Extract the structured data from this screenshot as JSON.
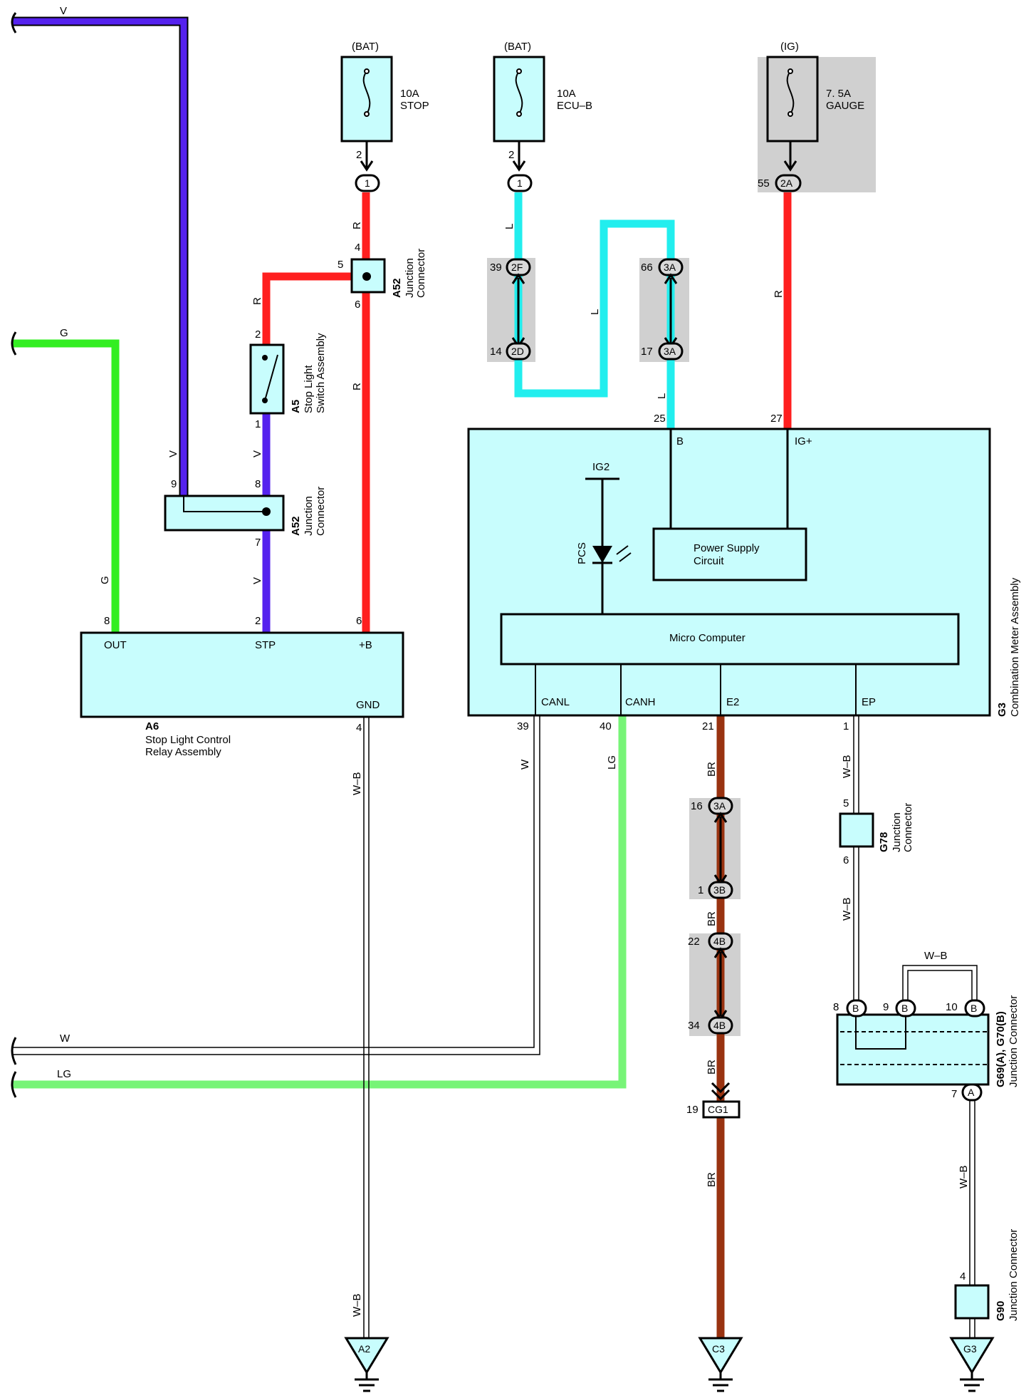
{
  "colors": {
    "V": "#5522ee",
    "G": "#33ee22",
    "R": "#ff1f1f",
    "L": "#22eeee",
    "W": "#ffffff",
    "LG": "#77f477",
    "BR": "#993311",
    "W-B": "#ffffff",
    "component_fill": "#c8fdfd",
    "shade": "#d0d0d0"
  },
  "wires": {
    "v_top": "V",
    "g_mid": "G",
    "w_bottom": "W",
    "lg_bottom": "LG"
  },
  "fuses": [
    {
      "supply": "(BAT)",
      "rating": "10A",
      "name": "STOP",
      "pin": "2",
      "connector": "1"
    },
    {
      "supply": "(BAT)",
      "rating": "10A",
      "name": "ECU–B",
      "pin": "2",
      "connector": "1"
    },
    {
      "supply": "(IG)",
      "rating": "7. 5A",
      "name": "GAUGE",
      "pin": "55",
      "connector": "2A"
    }
  ],
  "wire_labels": {
    "r1": "R",
    "r2": "R",
    "r3": "R",
    "r_gauge": "R",
    "v1": "V",
    "v2": "V",
    "v3": "V",
    "g1": "G",
    "l1": "L",
    "l2": "L",
    "l3": "L",
    "w": "W",
    "lg": "LG",
    "wb1": "W–B",
    "wb2": "W–B",
    "br1": "BR",
    "br2": "BR",
    "br3": "BR",
    "br4": "BR",
    "wb3": "W–B",
    "wb4": "W–B",
    "wb5": "W–B",
    "wb_loop": "W–B"
  },
  "pins": {
    "a52_top_4": "4",
    "a52_top_5": "5",
    "a52_top_6": "6",
    "a5_2": "2",
    "a5_1": "1",
    "a52_bot_9": "9",
    "a52_bot_8": "8",
    "a52_bot_7": "7",
    "a6_8": "8",
    "a6_2": "2",
    "a6_6": "6",
    "a6_4": "4",
    "c39": "39",
    "c2f": "2F",
    "c14": "14",
    "c2d": "2D",
    "c66": "66",
    "c3a_top": "3A",
    "c17": "17",
    "c3a_mid": "3A",
    "g3_25": "25",
    "g3_27": "27",
    "g3_39": "39",
    "g3_40": "40",
    "g3_21": "21",
    "g3_1": "1",
    "c16": "16",
    "c3a_low": "3A",
    "c1": "1",
    "c3b": "3B",
    "c22": "22",
    "c4b_a": "4B",
    "c34": "34",
    "c4b_b": "4B",
    "c19": "19",
    "cg1": "CG1",
    "g78_5": "5",
    "g78_6": "6",
    "g69_8": "8",
    "g69_9": "9",
    "g69_10": "10",
    "g69_7": "7",
    "g69_b": "B",
    "g69_a": "A",
    "g90_4": "4"
  },
  "components": {
    "a52_top": {
      "code": "A52",
      "name_line1": "Junction",
      "name_line2": "Connector"
    },
    "a5": {
      "code": "A5",
      "name_line1": "Stop Light",
      "name_line2": "Switch Assembly"
    },
    "a52_bottom": {
      "code": "A52",
      "name_line1": "Junction",
      "name_line2": "Connector"
    },
    "a6": {
      "code": "A6",
      "name_line1": "Stop Light Control",
      "name_line2": "Relay Assembly",
      "terminals": {
        "out": "OUT",
        "stp": "STP",
        "plus_b": "+B",
        "gnd": "GND"
      }
    },
    "g3": {
      "code": "G3",
      "name": "Combination Meter Assembly",
      "terminals": {
        "b": "B",
        "ig_plus": "IG+",
        "canl": "CANL",
        "canh": "CANH",
        "e2": "E2",
        "ep": "EP"
      },
      "ig2": "IG2",
      "led": "PCS",
      "power_supply_line1": "Power Supply",
      "power_supply_line2": "Circuit",
      "micro": "Micro Computer"
    },
    "g78": {
      "code": "G78",
      "name_line1": "Junction",
      "name_line2": "Connector"
    },
    "g69": {
      "code": "G69(A), G70(B)",
      "name": "Junction Connector"
    },
    "g90": {
      "code": "G90",
      "name": "Junction Connector"
    }
  },
  "grounds": [
    "A2",
    "C3",
    "G3"
  ]
}
